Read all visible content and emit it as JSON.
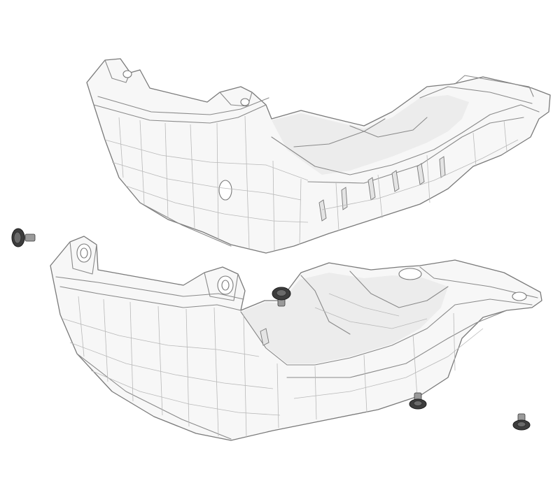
{
  "diagram": {
    "kind": "exploded-parts-view",
    "parts": [
      {
        "name": "upper-skid-plate"
      },
      {
        "name": "lower-skid-plate"
      }
    ],
    "fasteners": [
      {
        "name": "bolt-left"
      },
      {
        "name": "bolt-center"
      },
      {
        "name": "bolt-bottom-middle"
      },
      {
        "name": "bolt-bottom-right"
      }
    ],
    "colors": {
      "part_fill": "#f7f7f7",
      "part_line": "#7a7a7a",
      "mesh_line": "#b9b9b9",
      "bolt": "#3d3d3d"
    }
  }
}
